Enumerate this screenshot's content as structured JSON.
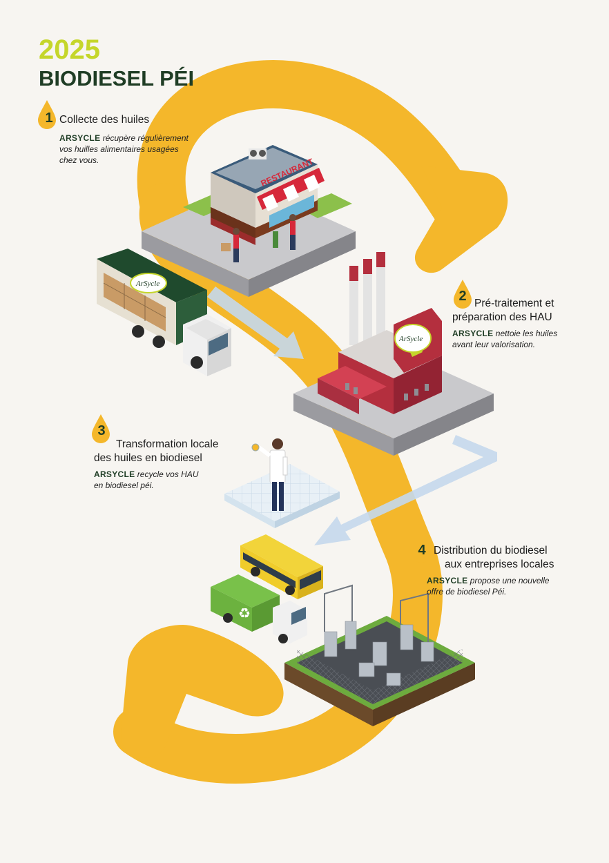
{
  "header": {
    "year": "2025",
    "title": "BIODIESEL PÉI"
  },
  "brand": {
    "name": "ARSYCLE",
    "logo_text": "ArSycle",
    "accent_yellow": "#f4b72b",
    "lime": "#c5d62b",
    "dark_green": "#1f3d25",
    "flow_blue": "#c4d8ec"
  },
  "steps": [
    {
      "number": "1",
      "title_line1": "Collecte des huiles",
      "brand": "ARSYCLE",
      "desc_line1": "récupère régulièrement",
      "desc_line2": "vos huilles alimentaires usagées",
      "desc_line3": "chez vous."
    },
    {
      "number": "2",
      "title_line1": "Pré-traitement et",
      "title_line2": "préparation des HAU",
      "brand": "ARSYCLE",
      "desc_line1": "nettoie les huiles",
      "desc_line2": "avant leur valorisation."
    },
    {
      "number": "3",
      "title_line1": "Transformation locale",
      "title_line2": "des huiles en biodiesel",
      "brand": "ARSYCLE",
      "desc_line1": "recycle vos HAU",
      "desc_line2": "en biodiesel péi."
    },
    {
      "number": "4",
      "title_line1": "Distribution du biodiesel",
      "title_line2": "aux entreprises locales",
      "brand": "ARSYCLE",
      "desc_line1": "propose une nouvelle",
      "desc_line2": "offre de biodiesel Péi."
    }
  ],
  "scene": {
    "restaurant_sign": "RESTAURANT",
    "icons": [
      "oil-drop-icon",
      "recycle-icon",
      "arrow-icon",
      "factory-icon",
      "truck-icon",
      "bus-icon",
      "substation-icon",
      "scientist-icon"
    ]
  }
}
